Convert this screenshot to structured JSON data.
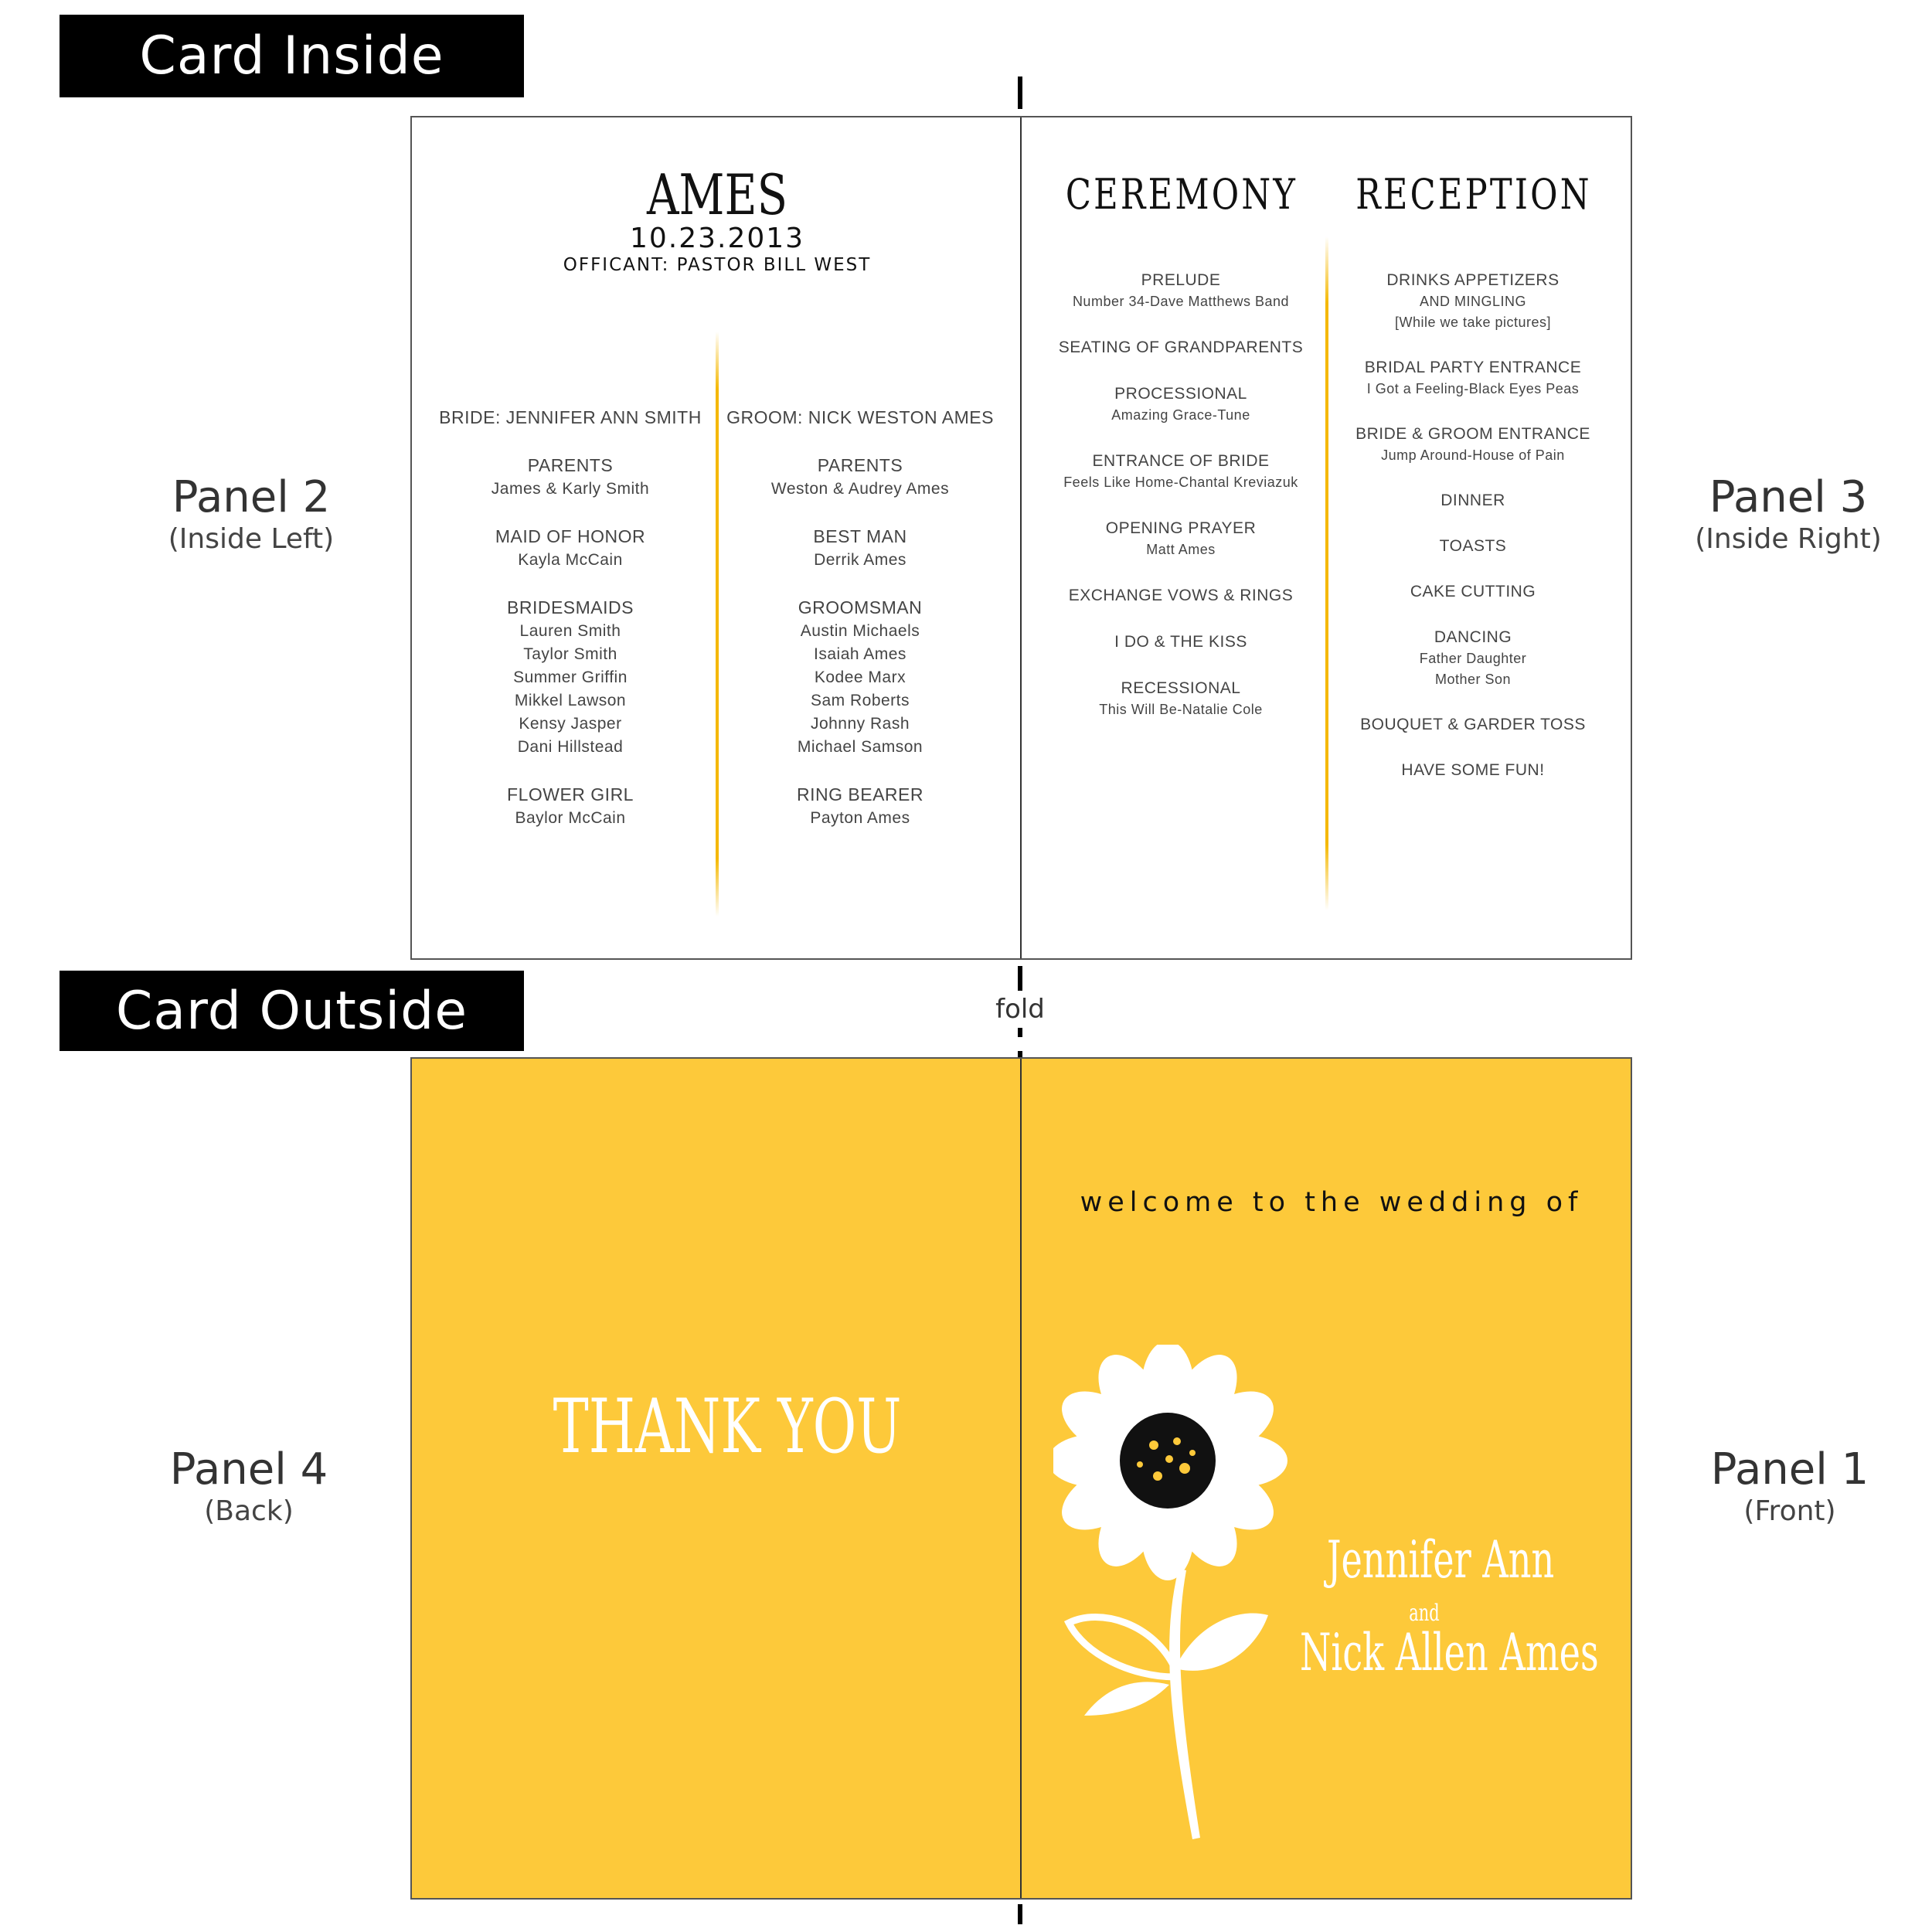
{
  "labels": {
    "card_inside": "Card Inside",
    "card_outside": "Card Outside",
    "fold": "fold",
    "panels": [
      {
        "name": "Panel 2",
        "sub": "(Inside Left)"
      },
      {
        "name": "Panel 3",
        "sub": "(Inside Right)"
      },
      {
        "name": "Panel 4",
        "sub": "(Back)"
      },
      {
        "name": "Panel 1",
        "sub": "(Front)"
      }
    ]
  },
  "inside_left": {
    "title": "AMES",
    "date": "10.23.2013",
    "officiant": "OFFICANT: PASTOR BILL WEST",
    "bride_column": [
      {
        "heading": "BRIDE: JENNIFER ANN SMITH",
        "lines": []
      },
      {
        "heading": "PARENTS",
        "lines": [
          "James & Karly Smith"
        ]
      },
      {
        "heading": "MAID OF HONOR",
        "lines": [
          "Kayla McCain"
        ]
      },
      {
        "heading": "BRIDESMAIDS",
        "lines": [
          "Lauren Smith",
          "Taylor Smith",
          "Summer Griffin",
          "Mikkel Lawson",
          "Kensy Jasper",
          "Dani Hillstead"
        ]
      },
      {
        "heading": "FLOWER GIRL",
        "lines": [
          "Baylor McCain"
        ]
      }
    ],
    "groom_column": [
      {
        "heading": "GROOM: NICK WESTON AMES",
        "lines": []
      },
      {
        "heading": "PARENTS",
        "lines": [
          "Weston & Audrey Ames"
        ]
      },
      {
        "heading": "BEST MAN",
        "lines": [
          "Derrik Ames"
        ]
      },
      {
        "heading": "GROOMSMAN",
        "lines": [
          "Austin Michaels",
          "Isaiah Ames",
          "Kodee Marx",
          "Sam Roberts",
          "Johnny Rash",
          "Michael Samson"
        ]
      },
      {
        "heading": "RING BEARER",
        "lines": [
          "Payton Ames"
        ]
      }
    ]
  },
  "inside_right": {
    "ceremony": {
      "title": "CEREMONY",
      "items": [
        {
          "heading": "PRELUDE",
          "lines": [
            "Number 34-Dave Matthews Band"
          ]
        },
        {
          "heading": "SEATING OF GRANDPARENTS",
          "lines": []
        },
        {
          "heading": "PROCESSIONAL",
          "lines": [
            "Amazing Grace-Tune"
          ]
        },
        {
          "heading": "ENTRANCE OF BRIDE",
          "lines": [
            "Feels Like Home-Chantal Kreviazuk"
          ]
        },
        {
          "heading": "OPENING PRAYER",
          "lines": [
            "Matt Ames"
          ]
        },
        {
          "heading": "EXCHANGE VOWS & RINGS",
          "lines": []
        },
        {
          "heading": "I DO & THE KISS",
          "lines": []
        },
        {
          "heading": "RECESSIONAL",
          "lines": [
            "This Will Be-Natalie Cole"
          ]
        }
      ]
    },
    "reception": {
      "title": "RECEPTION",
      "items": [
        {
          "heading": "DRINKS APPETIZERS",
          "lines": [
            "AND MINGLING",
            "[While we take pictures]"
          ]
        },
        {
          "heading": "BRIDAL PARTY ENTRANCE",
          "lines": [
            "I Got a Feeling-Black Eyes Peas"
          ]
        },
        {
          "heading": "BRIDE & GROOM ENTRANCE",
          "lines": [
            "Jump Around-House of Pain"
          ]
        },
        {
          "heading": "DINNER",
          "lines": []
        },
        {
          "heading": "TOASTS",
          "lines": []
        },
        {
          "heading": "CAKE CUTTING",
          "lines": []
        },
        {
          "heading": "DANCING",
          "lines": [
            "Father Daughter",
            "Mother Son"
          ]
        },
        {
          "heading": "BOUQUET & GARDER TOSS",
          "lines": []
        },
        {
          "heading": "HAVE SOME FUN!",
          "lines": []
        }
      ]
    }
  },
  "outside": {
    "back_text": "THANK YOU",
    "welcome": "welcome to the wedding of",
    "name_1": "Jennifer Ann",
    "and": "and",
    "name_2": "Nick Allen Ames",
    "icon": "sunflower-icon"
  },
  "colors": {
    "card_yellow": "#fdc93a",
    "accent_line": "#f5b800"
  }
}
